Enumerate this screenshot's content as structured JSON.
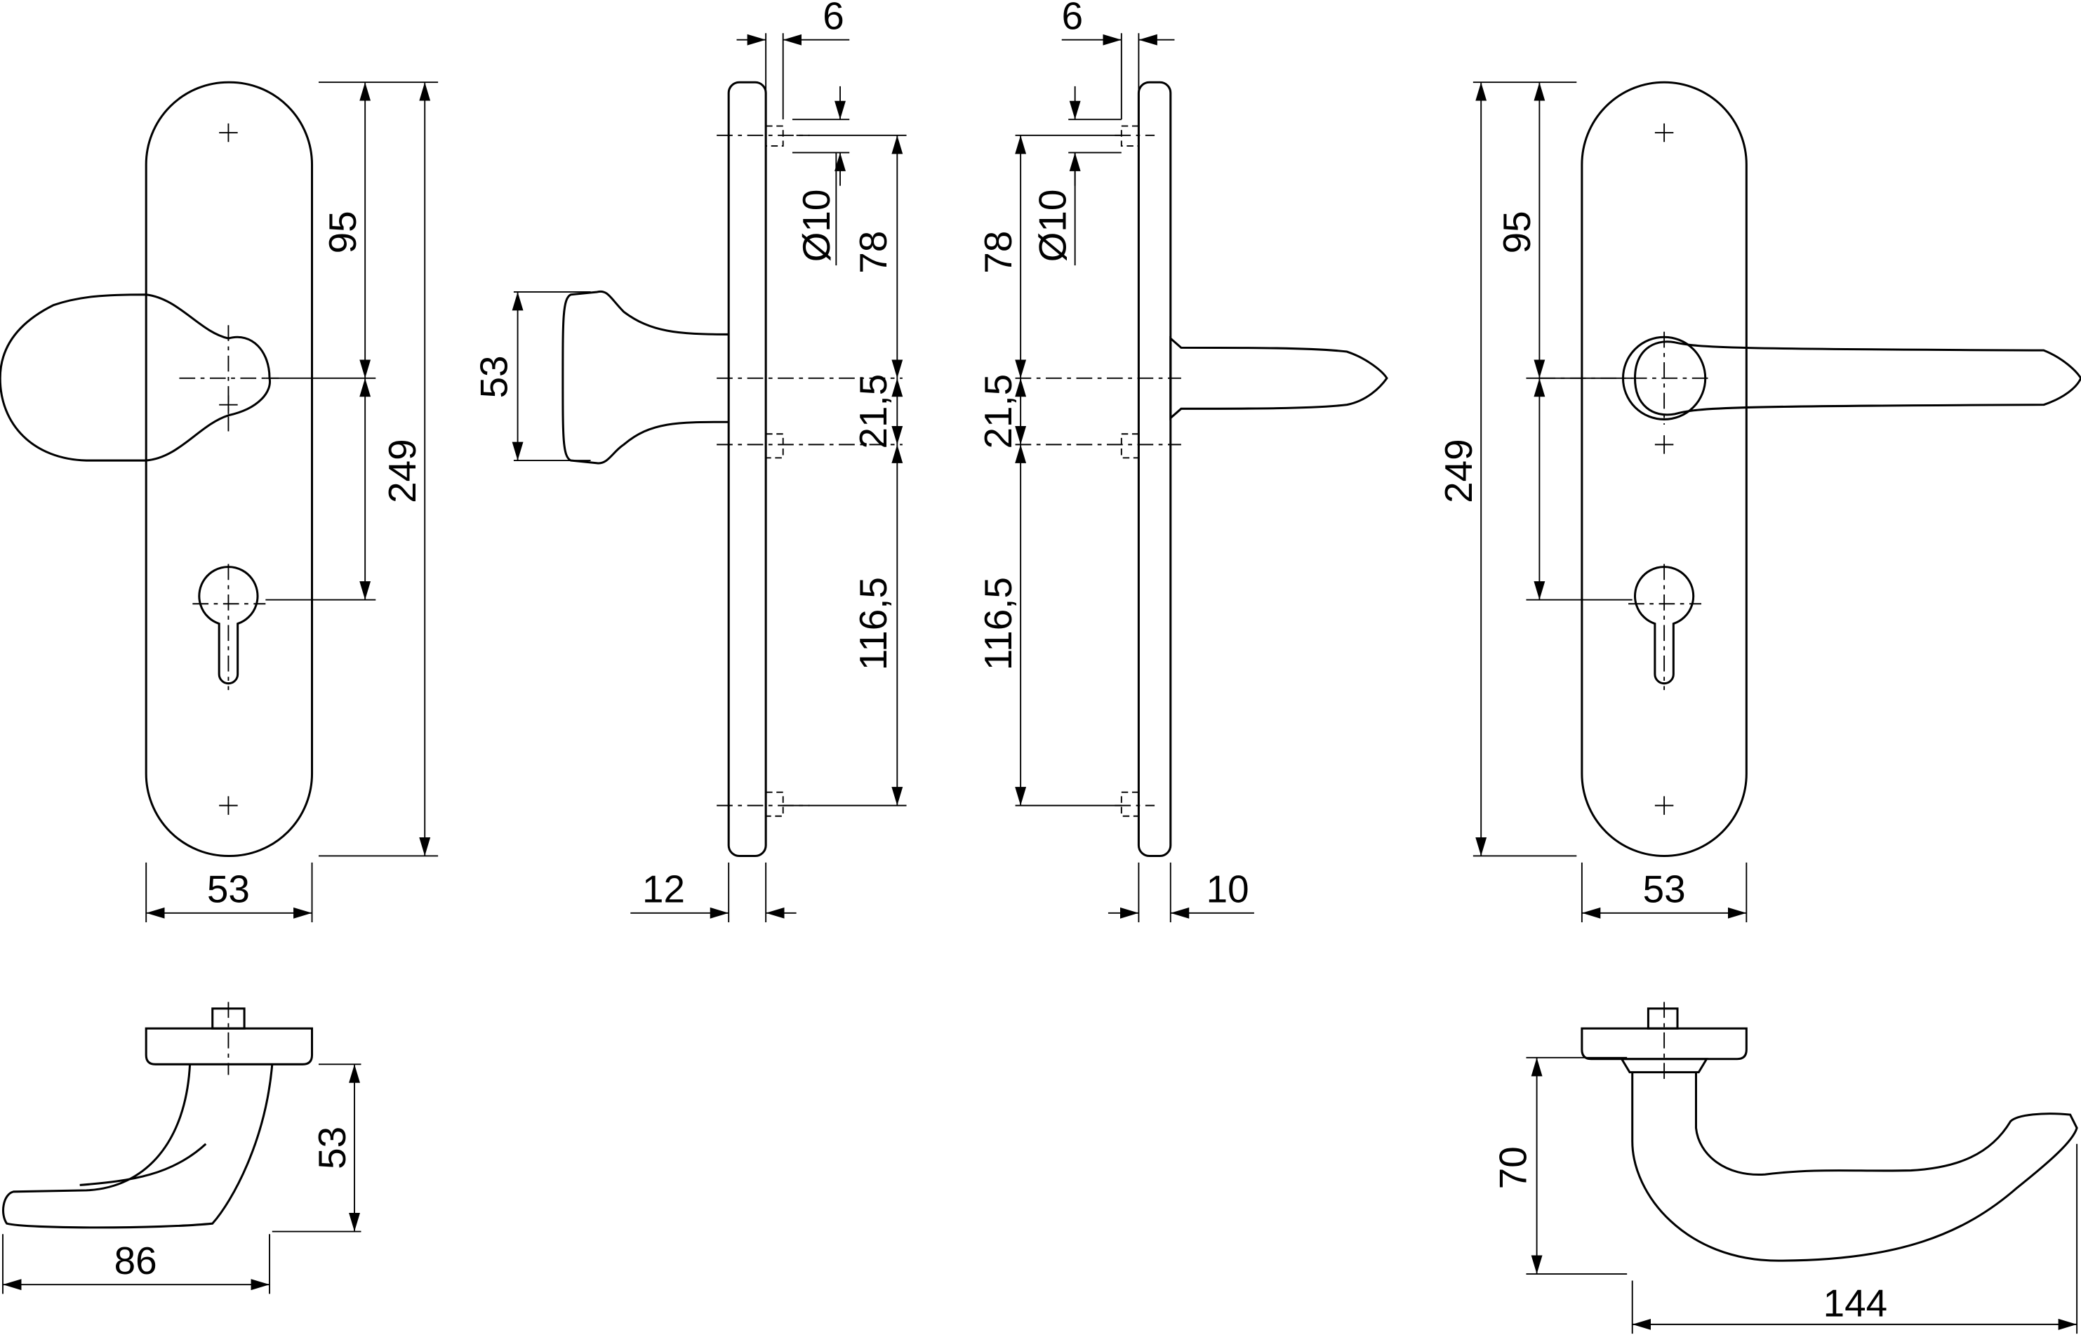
{
  "views": {
    "front_knob": {
      "width": "53",
      "upper": "95",
      "total": "249"
    },
    "side_knob": {
      "spacing_top": "6",
      "hole_dia": "Ø10",
      "upper": "78",
      "mid": "21,5",
      "lower": "116,5",
      "plate_thickness": "12",
      "knob_height": "53"
    },
    "side_lever": {
      "spacing_top": "6",
      "hole_dia": "Ø10",
      "upper": "78",
      "mid": "21,5",
      "lower": "116,5",
      "plate_thickness": "10"
    },
    "front_lever": {
      "width": "53",
      "upper": "95",
      "total": "249"
    },
    "top_knob": {
      "height": "53",
      "projection": "86"
    },
    "top_lever": {
      "height": "70",
      "length": "144"
    }
  }
}
